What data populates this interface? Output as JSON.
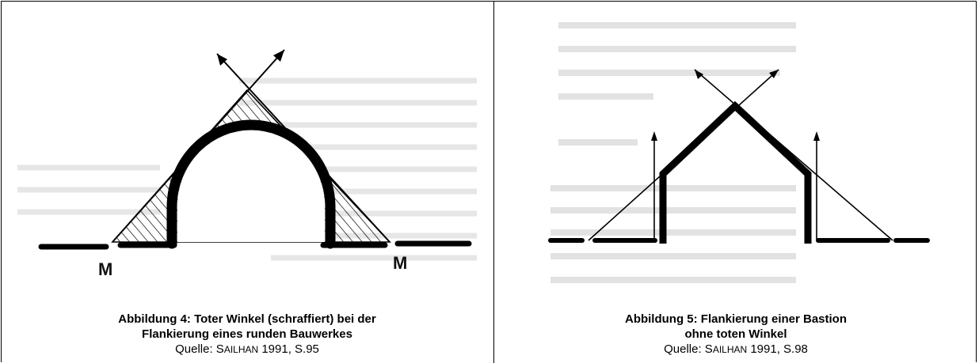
{
  "figures": [
    {
      "caption_title": "Abbildung 4: Toter Winkel (schraffiert) bei der\nFlankierung eines runden Bauwerkes",
      "source_prefix": "Quelle: ",
      "source_author_initial": "S",
      "source_author_rest": "AILHAN",
      "source_ref": " 1991, S.95",
      "marker_left": "M",
      "marker_right": "M"
    },
    {
      "caption_title": "Abbildung 5: Flankierung einer Bastion\nohne toten Winkel",
      "source_prefix": "Quelle: ",
      "source_author_initial": "S",
      "source_author_rest": "AILHAN",
      "source_ref": " 1991, S.98"
    }
  ],
  "colors": {
    "ink": "#000000",
    "faded_text": "#dddddd"
  }
}
